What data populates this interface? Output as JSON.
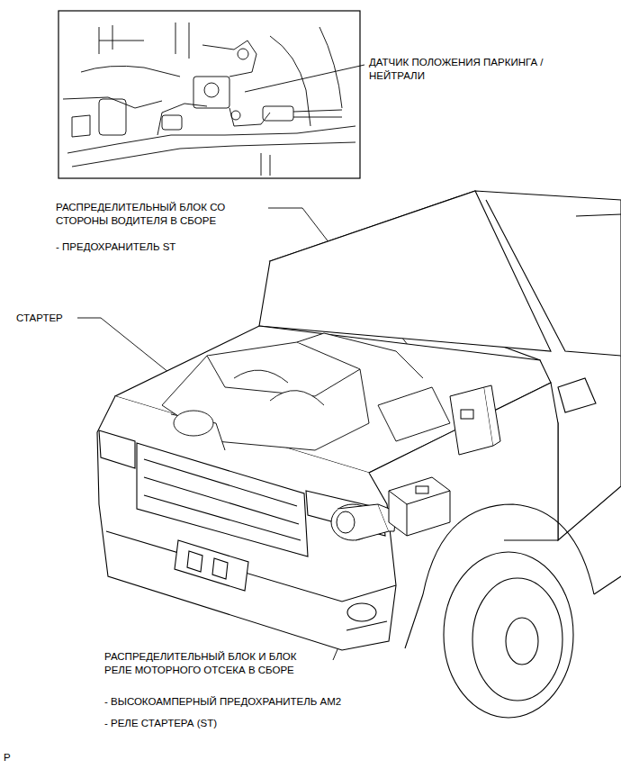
{
  "diagram": {
    "labels": [
      "ДАТЧИК ПОЛОЖЕНИЯ ПАРКИНГА / НЕЙТРАЛИ",
      "РАСПРЕДЕЛИТЕЛЬНЫЙ БЛОК СО СТОРОНЫ ВОДИТЕЛЯ В СБОРЕ",
      "- ПРЕДОХРАНИТЕЛЬ ST",
      "СТАРТЕР",
      "РАСПРЕДЕЛИТЕЛЬНЫЙ БЛОК И БЛОК РЕЛЕ МОТОРНОГО ОТСЕКА В СБОРЕ",
      "- ВЫСОКОАМПЕРНЫЙ ПРЕДОХРАНИТЕЛЬ AM2",
      "- РЕЛЕ СТАРТЕРА (ST)",
      "P"
    ]
  }
}
